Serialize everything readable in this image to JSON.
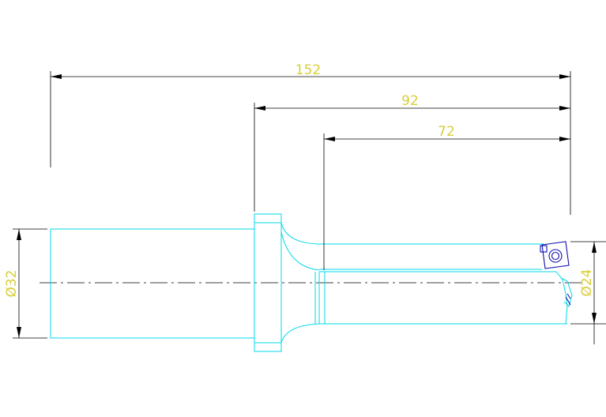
{
  "dimensions": {
    "overall_length": "152",
    "shank_to_tip": "92",
    "flute_length": "72",
    "shank_diameter": "Ø32",
    "cutting_diameter": "Ø24"
  },
  "colors": {
    "geometry": "#00d9e8",
    "dimension": "#000000",
    "text": "#d8cf39",
    "insert": "#1010b0",
    "background": "#ffffff"
  }
}
